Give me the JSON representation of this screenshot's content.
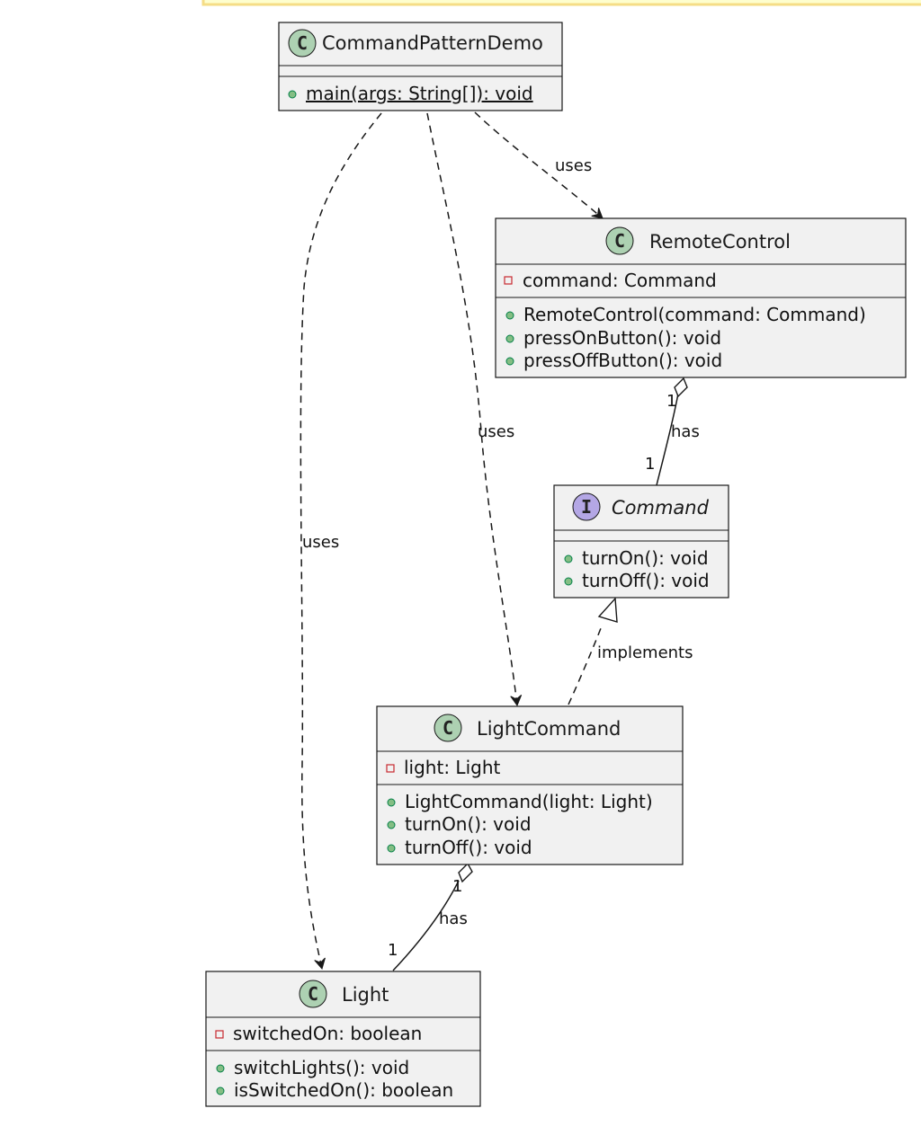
{
  "colors": {
    "class_fill": "#f1f1f1",
    "class_border": "#181818",
    "class_badge": "#add1b2",
    "interface_badge": "#b4a7e5",
    "public_marker": "#84be84",
    "private_marker": "#c82930",
    "banner_border": "#f5dd86"
  },
  "classes": {
    "command_pattern_demo": {
      "stereotype": "C",
      "name": "CommandPatternDemo",
      "fields": [],
      "methods": [
        {
          "visibility": "public",
          "text": "main(args: String[]): void",
          "static": true
        }
      ]
    },
    "remote_control": {
      "stereotype": "C",
      "name": "RemoteControl",
      "fields": [
        {
          "visibility": "private",
          "text": "command: Command"
        }
      ],
      "methods": [
        {
          "visibility": "public",
          "text": "RemoteControl(command: Command)"
        },
        {
          "visibility": "public",
          "text": "pressOnButton(): void"
        },
        {
          "visibility": "public",
          "text": "pressOffButton(): void"
        }
      ]
    },
    "command": {
      "stereotype": "I",
      "name": "Command",
      "fields": [],
      "methods": [
        {
          "visibility": "public",
          "text": "turnOn(): void"
        },
        {
          "visibility": "public",
          "text": "turnOff(): void"
        }
      ]
    },
    "light_command": {
      "stereotype": "C",
      "name": "LightCommand",
      "fields": [
        {
          "visibility": "private",
          "text": "light: Light"
        }
      ],
      "methods": [
        {
          "visibility": "public",
          "text": "LightCommand(light: Light)"
        },
        {
          "visibility": "public",
          "text": "turnOn(): void"
        },
        {
          "visibility": "public",
          "text": "turnOff(): void"
        }
      ]
    },
    "light": {
      "stereotype": "C",
      "name": "Light",
      "fields": [
        {
          "visibility": "private",
          "text": "switchedOn: boolean"
        }
      ],
      "methods": [
        {
          "visibility": "public",
          "text": "switchLights(): void"
        },
        {
          "visibility": "public",
          "text": "isSwitchedOn(): boolean"
        }
      ]
    }
  },
  "relations": {
    "demo_uses_remote": {
      "label": "uses"
    },
    "demo_uses_light_command": {
      "label": "uses"
    },
    "demo_uses_light": {
      "label": "uses"
    },
    "remote_has_command": {
      "label": "has",
      "from_multiplicity": "1",
      "to_multiplicity": "1"
    },
    "light_command_implements_command": {
      "label": "implements"
    },
    "light_command_has_light": {
      "label": "has",
      "from_multiplicity": "1",
      "to_multiplicity": "1"
    }
  }
}
